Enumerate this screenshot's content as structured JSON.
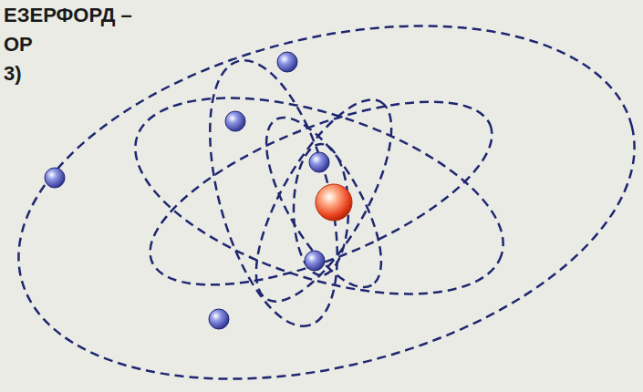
{
  "diagram": {
    "labels": [
      "ЕЗЕРФОРД –",
      "ОР",
      "3)"
    ]
  }
}
